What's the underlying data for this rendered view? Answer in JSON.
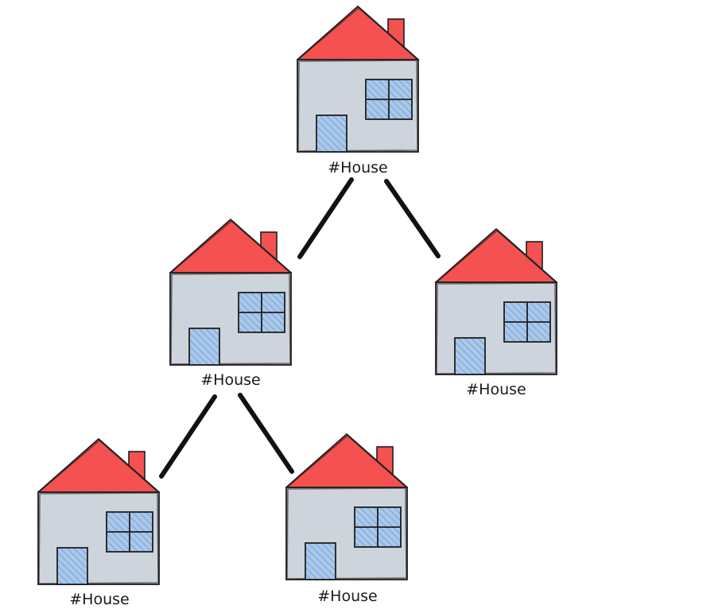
{
  "colors": {
    "roof": "#f55151",
    "wall": "#ced4dc",
    "glass": "#a8c8ec",
    "outline": "#1e1e1e",
    "edge": "#111111"
  },
  "icons": [
    "house-icon"
  ],
  "houses": [
    {
      "id": "root",
      "label": "#House"
    },
    {
      "id": "left-child",
      "label": "#House"
    },
    {
      "id": "right-child",
      "label": "#House"
    },
    {
      "id": "left-left-grandchild",
      "label": "#House"
    },
    {
      "id": "left-right-grandchild",
      "label": "#House"
    }
  ],
  "edges": [
    {
      "from": "root",
      "to": "left-child"
    },
    {
      "from": "root",
      "to": "right-child"
    },
    {
      "from": "left-child",
      "to": "left-left-grandchild"
    },
    {
      "from": "left-child",
      "to": "left-right-grandchild"
    }
  ]
}
